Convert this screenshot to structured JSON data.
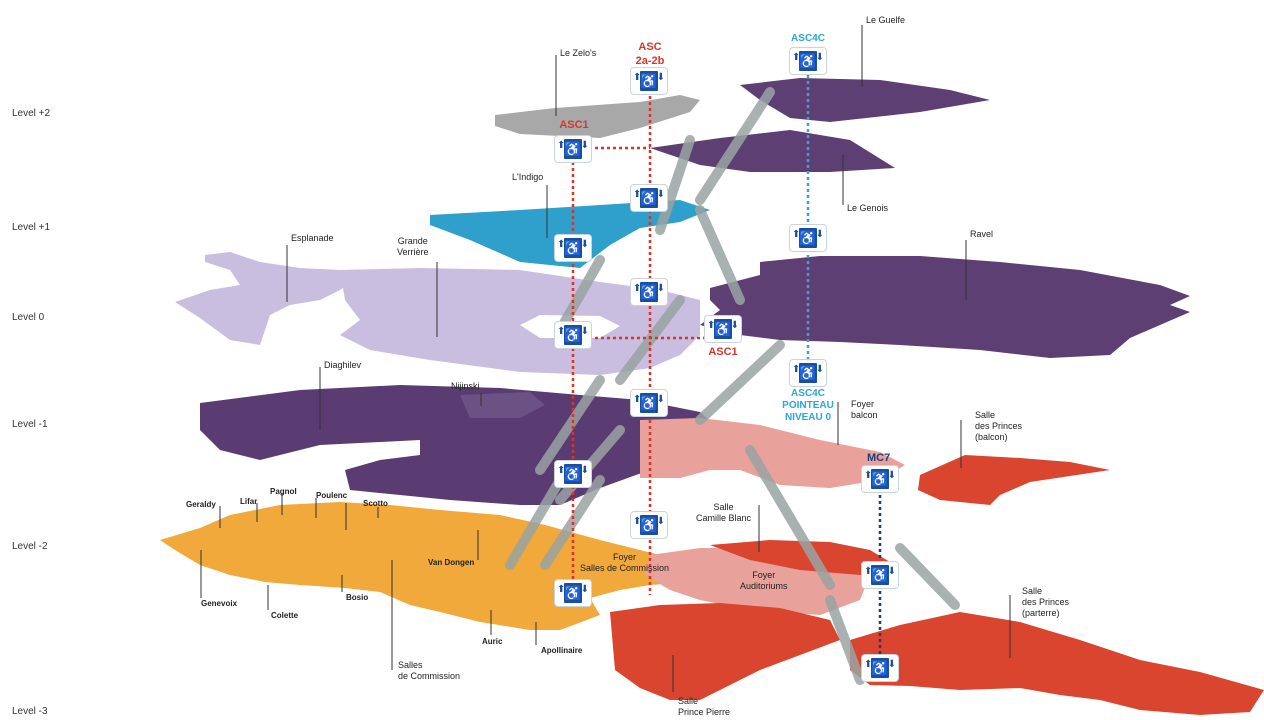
{
  "levels": {
    "plus2": "Level +2",
    "plus1": "Level +1",
    "zero": "Level 0",
    "minus1": "Level -1",
    "minus2": "Level -2",
    "minus3": "Level -3"
  },
  "rooms": {
    "le_zelos": "Le Zelo's",
    "le_guelfe": "Le Guelfe",
    "le_genois": "Le Genois",
    "lindigo": "L'Indigo",
    "esplanade": "Esplanade",
    "grande_verriere": "Grande\nVerrière",
    "ravel": "Ravel",
    "diaghilev": "Diaghilev",
    "nijinski": "Nijinski",
    "foyer_balcon": "Foyer\nbalcon",
    "salle_princes_balcon": "Salle\ndes Princes\n(balcon)",
    "salle_camille_blanc": "Salle\nCamille Blanc",
    "foyer_salles_commission": "Foyer\nSalles de Commission",
    "foyer_auditoriums": "Foyer\nAuditoriums",
    "salle_princes_parterre": "Salle\ndes Princes\n(parterre)",
    "salles_de_commission": "Salles\nde Commission",
    "salle_prince_pierre": "Salle\nPrince Pierre",
    "geraldy": "Geraldy",
    "lifar": "Lifar",
    "pagnol": "Pagnol",
    "poulenc": "Poulenc",
    "scotto": "Scotto",
    "van_dongen": "Van Dongen",
    "genevoix": "Genevoix",
    "colette": "Colette",
    "bosio": "Bosio",
    "auric": "Auric",
    "apollinaire": "Apollinaire"
  },
  "elevators": {
    "asc_2a_2b": "ASC\n2a-2b",
    "asc1_top": "ASC1",
    "asc1_mid": "ASC1",
    "asc4c_top": "ASC4C",
    "asc4c_bottom": "ASC4C\nPOINTEAU\nNIVEAU 0",
    "mc7": "MC7"
  },
  "colors": {
    "level_plus2": "#5d3f73",
    "level_plus1_indigo": "#2f9fcb",
    "level_zero": "#c9bedf",
    "level_minus1": "#5a3c72",
    "level_minus2_orange": "#f0a93a",
    "level_minus2_pink": "#e8a29b",
    "level_minus3_red": "#d9452e",
    "route_red": "#d8352a",
    "route_blue": "#2aa7dc",
    "route_navy": "#1f3d7a",
    "lift_icon": "#1a4f9a"
  }
}
